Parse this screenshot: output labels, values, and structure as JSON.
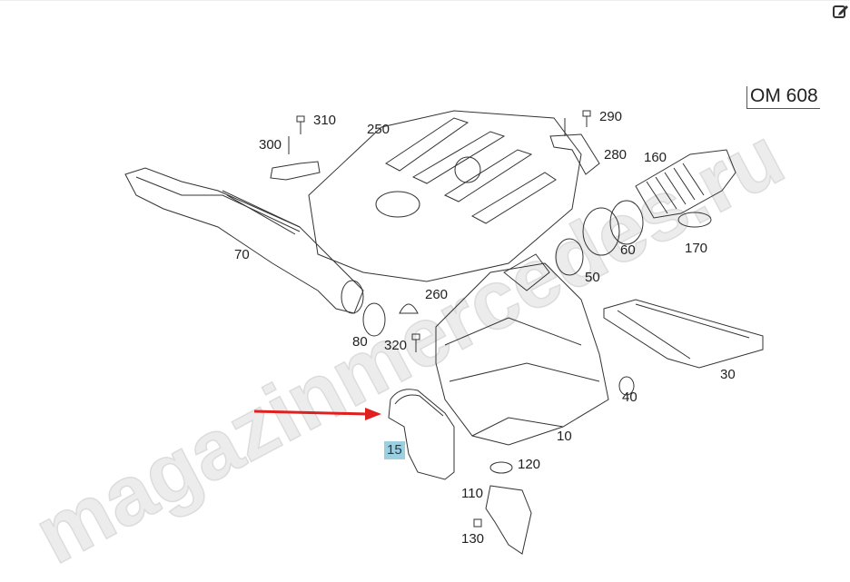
{
  "model_label": "OM 608",
  "watermark": "magazinmercedes.ru",
  "highlighted_part": "15",
  "colors": {
    "highlight": "#9ccfe0",
    "arrow": "#e02020",
    "line": "#222222"
  },
  "icons": {
    "edit": "edit-icon"
  },
  "parts": [
    {
      "id": "310"
    },
    {
      "id": "300"
    },
    {
      "id": "250"
    },
    {
      "id": "290"
    },
    {
      "id": "280"
    },
    {
      "id": "160"
    },
    {
      "id": "70"
    },
    {
      "id": "260"
    },
    {
      "id": "60"
    },
    {
      "id": "170"
    },
    {
      "id": "50"
    },
    {
      "id": "80"
    },
    {
      "id": "320"
    },
    {
      "id": "30"
    },
    {
      "id": "40"
    },
    {
      "id": "10"
    },
    {
      "id": "15"
    },
    {
      "id": "120"
    },
    {
      "id": "110"
    },
    {
      "id": "130"
    }
  ]
}
